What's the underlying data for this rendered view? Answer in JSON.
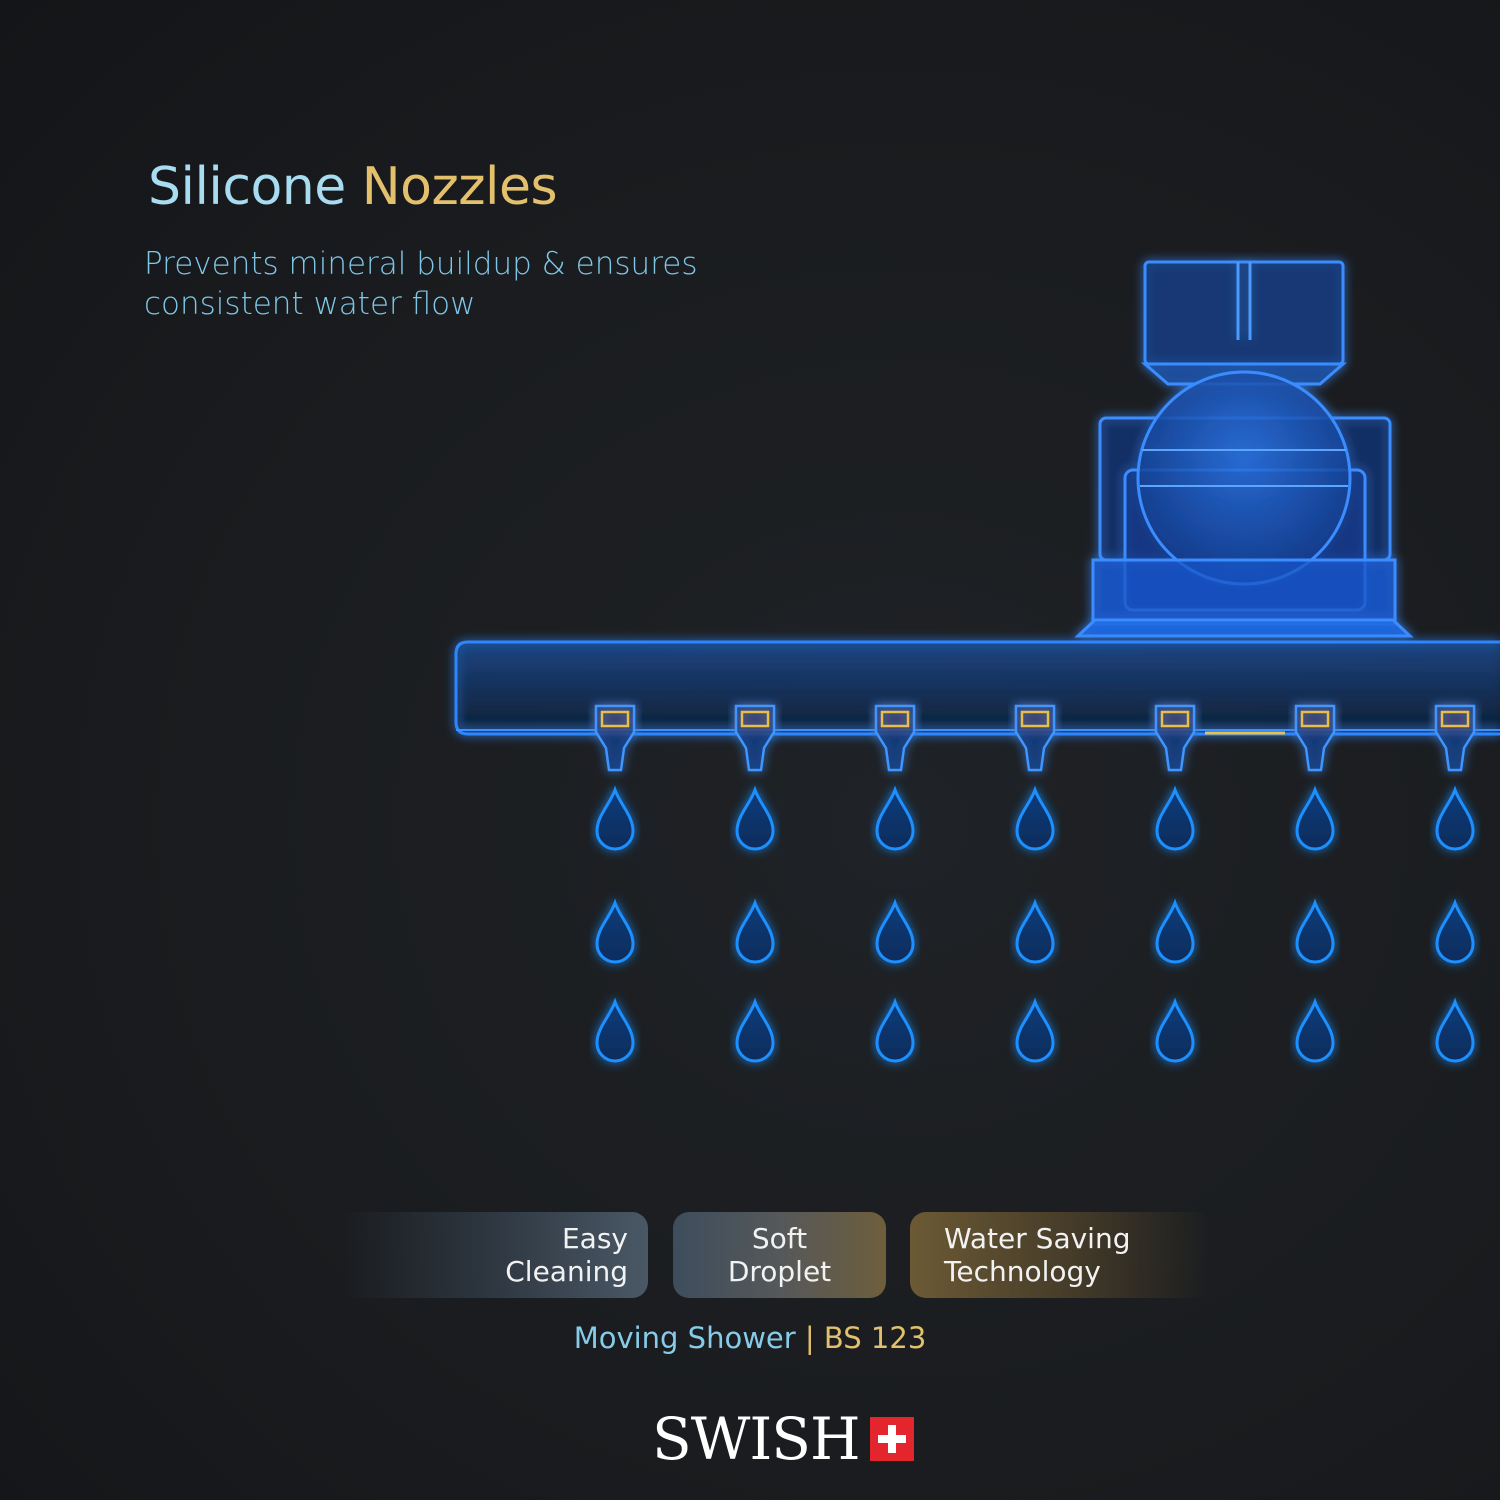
{
  "heading": {
    "word_1": "Silicone",
    "word_2": "Nozzles",
    "color_1": "#a8dcf0",
    "color_2": "#e3c06c"
  },
  "description": {
    "line_1": "Prevents mineral buildup & ensures",
    "line_2": "consistent water flow"
  },
  "illustration": {
    "subject": "shower-head-cross-section",
    "nozzle_count": 7,
    "droplet_rows": 3,
    "glow_color": "#1e90ff"
  },
  "features": [
    {
      "line_1": "Easy",
      "line_2": "Cleaning"
    },
    {
      "line_1": "Soft",
      "line_2": "Droplet"
    },
    {
      "line_1": "Water Saving",
      "line_2": "Technology"
    }
  ],
  "product": {
    "name": "Moving Shower",
    "separator": "|",
    "model": "BS 123"
  },
  "brand": {
    "name": "SWISH",
    "flag_icon": "swiss-cross-icon",
    "flag_color": "#e3262e"
  }
}
